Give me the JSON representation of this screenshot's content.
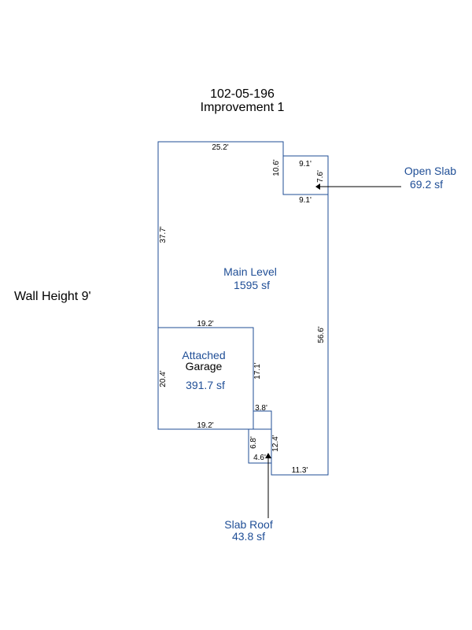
{
  "header": {
    "parcel_id": "102-05-196",
    "improvement": "Improvement 1"
  },
  "wall_height": "Wall Height 9'",
  "areas": {
    "main_level": {
      "name": "Main Level",
      "size": "1595 sf"
    },
    "garage": {
      "name_line1": "Attached",
      "name_line2": "Garage",
      "size": "391.7 sf"
    },
    "open_slab": {
      "name": "Open Slab",
      "size": "69.2 sf"
    },
    "slab_roof": {
      "name": "Slab Roof",
      "size": "43.8 sf"
    }
  },
  "dimensions": {
    "main_top": "25.2'",
    "main_left": "37.7'",
    "main_right": "56.6'",
    "main_bottom": "11.3'",
    "slab_top": "9.1'",
    "slab_bottom": "9.1'",
    "slab_left": "10.6'",
    "slab_right": "7.6'",
    "garage_top": "19.2'",
    "garage_bottom": "19.2'",
    "garage_left": "20.4'",
    "garage_right": "17.1'",
    "step_top": "3.8'",
    "step_right": "12.4'",
    "roof_left": "6.8'",
    "roof_bottom": "4.6'"
  },
  "colors": {
    "line": "#1f4e96",
    "text": "#000000"
  }
}
